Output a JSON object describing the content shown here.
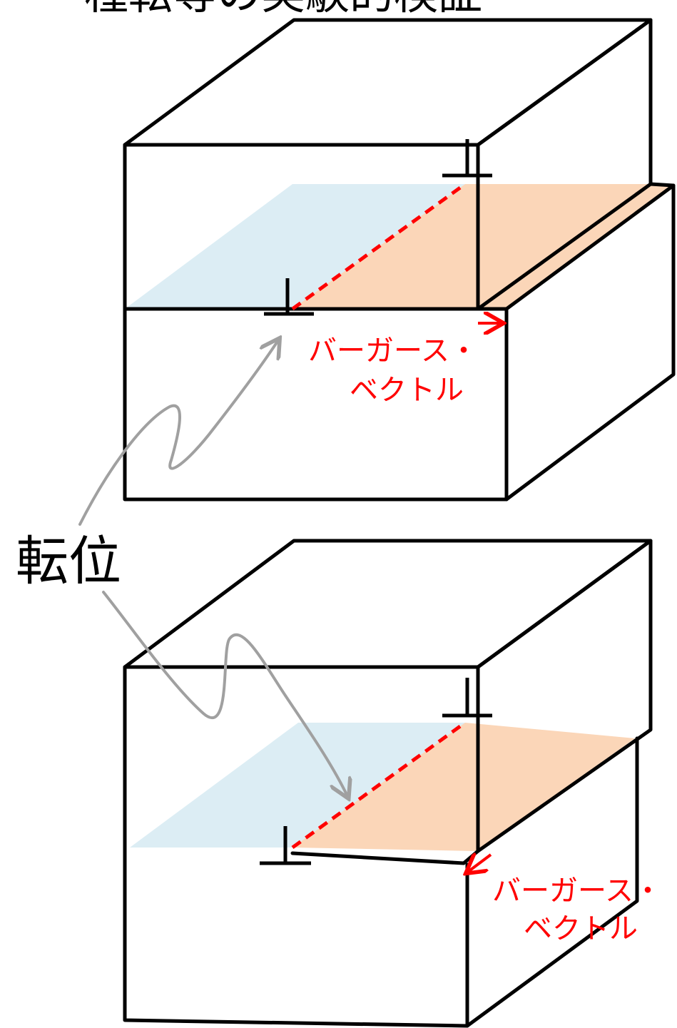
{
  "title": "種転等の実験的検証",
  "dislocation_label": "転位",
  "burgers_vector": {
    "line1": "バーガース・",
    "line2": "ベクトル"
  },
  "colors": {
    "slip_plane_blue": "#DCEDF4",
    "slipped_region_orange": "#FBD6B8",
    "dislocation_line_red": "#FF0000",
    "pointer_gray": "#A0A0A0",
    "edges_black": "#000000"
  },
  "panels": [
    {
      "name": "edge-dislocation-panel",
      "dislocation_type": "edge"
    },
    {
      "name": "screw-dislocation-panel",
      "dislocation_type": "screw"
    }
  ]
}
